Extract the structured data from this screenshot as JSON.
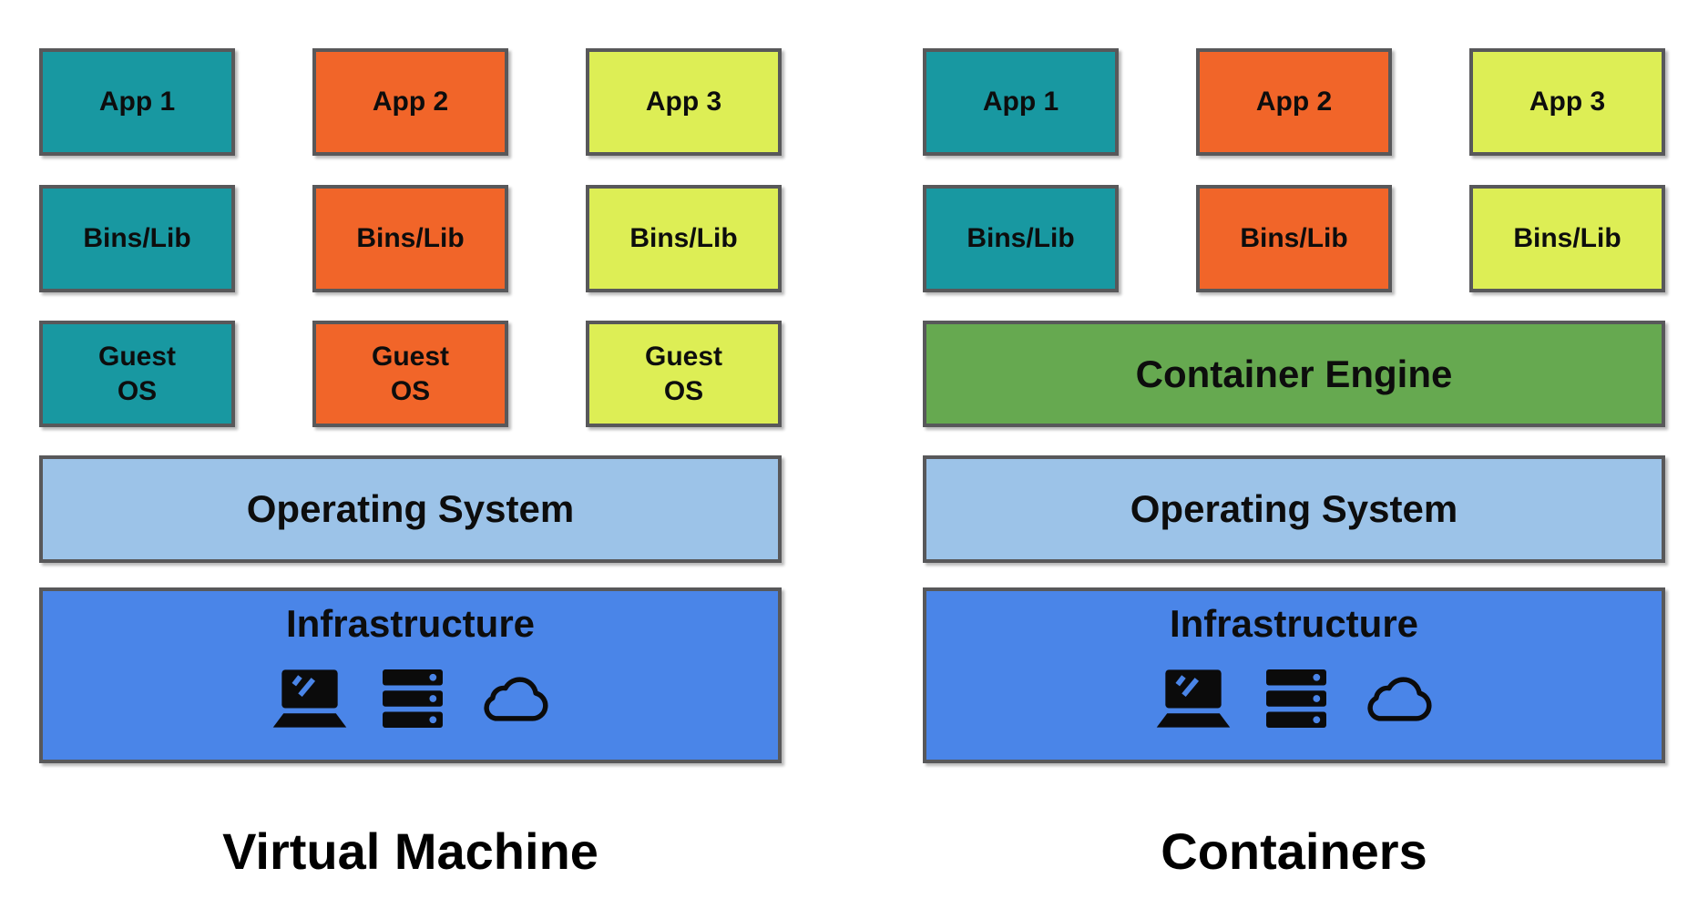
{
  "panels": {
    "vm": {
      "label": "Virtual Machine",
      "apps": [
        "App 1",
        "App 2",
        "App 3"
      ],
      "bins": [
        "Bins/Lib",
        "Bins/Lib",
        "Bins/Lib"
      ],
      "guest_os": [
        "Guest\nOS",
        "Guest\nOS",
        "Guest\nOS"
      ],
      "os": "Operating System",
      "infrastructure": "Infrastructure"
    },
    "containers": {
      "label": "Containers",
      "apps": [
        "App 1",
        "App 2",
        "App 3"
      ],
      "bins": [
        "Bins/Lib",
        "Bins/Lib",
        "Bins/Lib"
      ],
      "engine": "Container Engine",
      "os": "Operating System",
      "infrastructure": "Infrastructure"
    }
  },
  "icons": [
    "laptop-icon",
    "server-rack-icon",
    "cloud-icon"
  ],
  "colors": {
    "teal": "#1898A1",
    "orange": "#F16529",
    "lime": "#DDEE55",
    "green": "#66A950",
    "light_blue": "#9CC3E8",
    "blue": "#4A85E8",
    "border": "#58585A"
  }
}
